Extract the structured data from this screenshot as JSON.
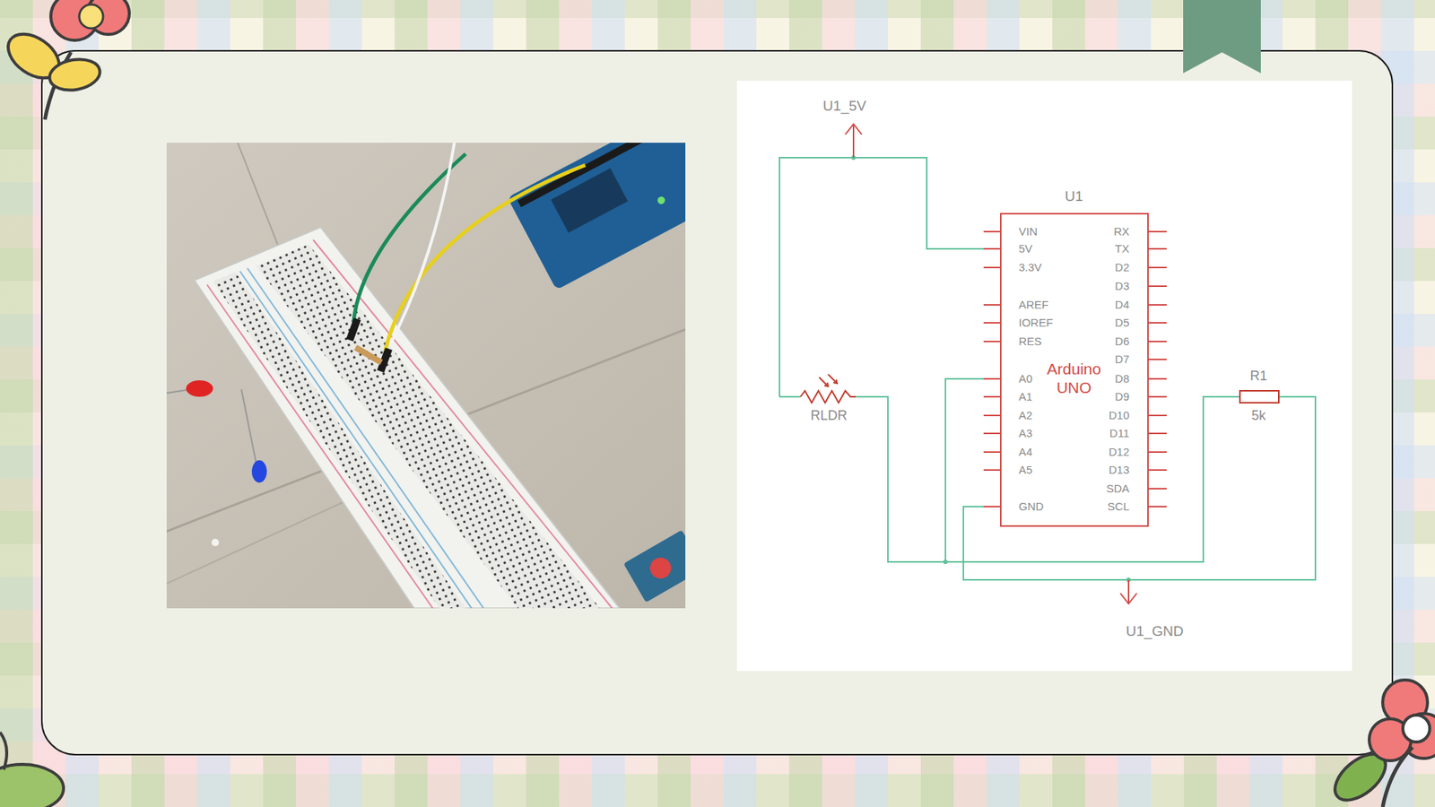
{
  "diagram": {
    "nodes": [
      {
        "text": [
          "U1",
          "Arduino UNO"
        ]
      }
    ],
    "labels": [
      "U1_5V",
      "VIN",
      "5V",
      "3.3V",
      "AREF",
      "IOREF",
      "RES",
      "A0",
      "A1",
      "A2",
      "A3",
      "A4",
      "A5",
      "GND",
      "RX",
      "TX",
      "D2",
      "D3",
      "D4",
      "D5",
      "D6",
      "D7",
      "D8",
      "D9",
      "D10",
      "D11",
      "D12",
      "D13",
      "SDA",
      "SCL",
      "RLDR",
      "R1",
      "5k",
      "U1_GND"
    ]
  }
}
